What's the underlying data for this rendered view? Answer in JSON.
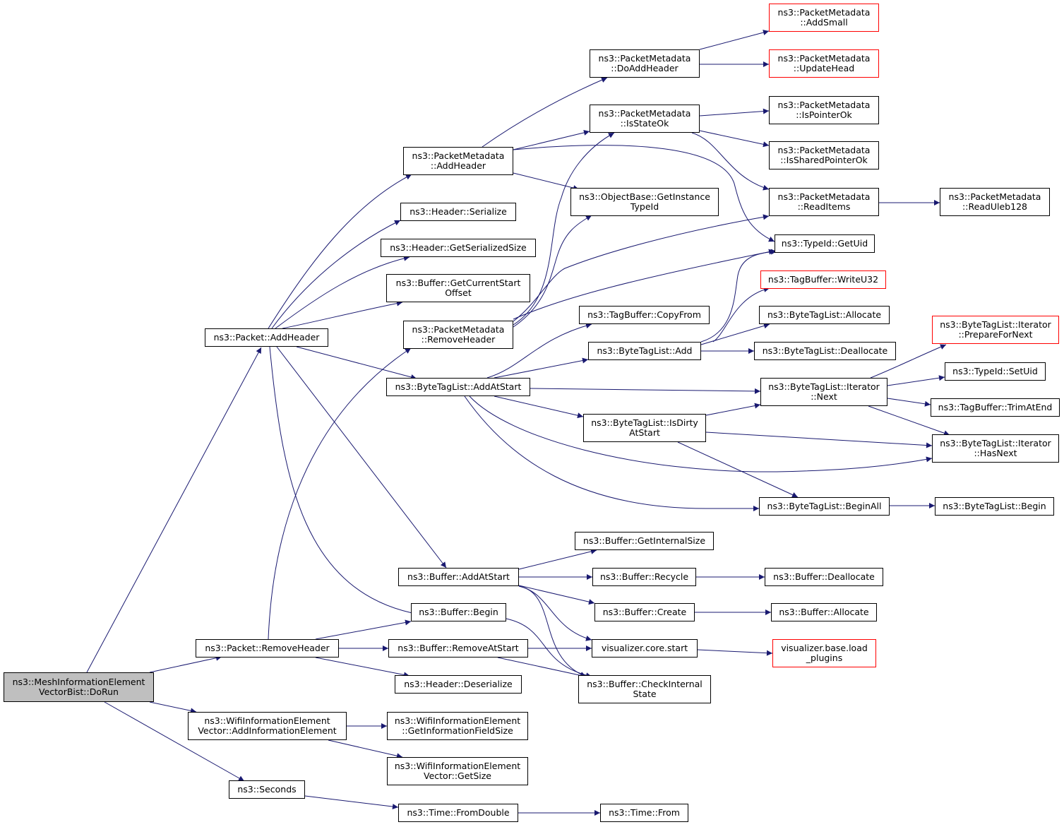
{
  "colors": {
    "edge": "#191970",
    "border": "#000000",
    "incomplete_border": "#ff0000",
    "root_fill": "#bfbfbf"
  },
  "nodes": {
    "root": [
      "ns3::MeshInformationElement",
      "VectorBist::DoRun"
    ],
    "packet_addheader": [
      "ns3::Packet::AddHeader"
    ],
    "packet_removeheader": [
      "ns3::Packet::RemoveHeader"
    ],
    "wifi_addie": [
      "ns3::WifiInformationElement",
      "Vector::AddInformationElement"
    ],
    "seconds": [
      "ns3::Seconds"
    ],
    "pm_addheader": [
      "ns3::PacketMetadata",
      "::AddHeader"
    ],
    "header_serialize": [
      "ns3::Header::Serialize"
    ],
    "header_getserializedsize": [
      "ns3::Header::GetSerializedSize"
    ],
    "buffer_getcurrentstartoffset": [
      "ns3::Buffer::GetCurrentStart",
      "Offset"
    ],
    "pm_removeheader": [
      "ns3::PacketMetadata",
      "::RemoveHeader"
    ],
    "btl_addatstart": [
      "ns3::ByteTagList::AddAtStart"
    ],
    "buffer_addatstart": [
      "ns3::Buffer::AddAtStart"
    ],
    "buffer_begin": [
      "ns3::Buffer::Begin"
    ],
    "buffer_removeatstart": [
      "ns3::Buffer::RemoveAtStart"
    ],
    "header_deserialize": [
      "ns3::Header::Deserialize"
    ],
    "wifi_getinfofieldsize": [
      "ns3::WifiInformationElement",
      "::GetInformationFieldSize"
    ],
    "wifi_getsize": [
      "ns3::WifiInformationElement",
      "Vector::GetSize"
    ],
    "time_fromdouble": [
      "ns3::Time::FromDouble"
    ],
    "pm_doaddheader": [
      "ns3::PacketMetadata",
      "::DoAddHeader"
    ],
    "pm_isstateok": [
      "ns3::PacketMetadata",
      "::IsStateOk"
    ],
    "objectbase_getinstancetypeid": [
      "ns3::ObjectBase::GetInstance",
      "TypeId"
    ],
    "tagbuffer_copyfrom": [
      "ns3::TagBuffer::CopyFrom"
    ],
    "btl_add": [
      "ns3::ByteTagList::Add"
    ],
    "btl_isdirtyatstart": [
      "ns3::ByteTagList::IsDirty",
      "AtStart"
    ],
    "buffer_getinternalsize": [
      "ns3::Buffer::GetInternalSize"
    ],
    "buffer_recycle": [
      "ns3::Buffer::Recycle"
    ],
    "buffer_create": [
      "ns3::Buffer::Create"
    ],
    "visualizer_core_start": [
      "visualizer.core.start"
    ],
    "buffer_checkinternalstate": [
      "ns3::Buffer::CheckInternal",
      "State"
    ],
    "time_from": [
      "ns3::Time::From"
    ],
    "pm_addsmall": [
      "ns3::PacketMetadata",
      "::AddSmall"
    ],
    "pm_updatehead": [
      "ns3::PacketMetadata",
      "::UpdateHead"
    ],
    "pm_ispointerok": [
      "ns3::PacketMetadata",
      "::IsPointerOk"
    ],
    "pm_issharedpointerok": [
      "ns3::PacketMetadata",
      "::IsSharedPointerOk"
    ],
    "pm_readitems": [
      "ns3::PacketMetadata",
      "::ReadItems"
    ],
    "typeid_getuid": [
      "ns3::TypeId::GetUid"
    ],
    "tagbuffer_writeu32": [
      "ns3::TagBuffer::WriteU32"
    ],
    "btl_allocate": [
      "ns3::ByteTagList::Allocate"
    ],
    "btl_deallocate": [
      "ns3::ByteTagList::Deallocate"
    ],
    "btl_iterator_next": [
      "ns3::ByteTagList::Iterator",
      "::Next"
    ],
    "btl_beginall": [
      "ns3::ByteTagList::BeginAll"
    ],
    "buffer_deallocate": [
      "ns3::Buffer::Deallocate"
    ],
    "buffer_allocate": [
      "ns3::Buffer::Allocate"
    ],
    "visualizer_base_loadplugins": [
      "visualizer.base.load",
      "_plugins"
    ],
    "pm_readuleb128": [
      "ns3::PacketMetadata",
      "::ReadUleb128"
    ],
    "btl_iterator_preparefornext": [
      "ns3::ByteTagList::Iterator",
      "::PrepareForNext"
    ],
    "typeid_setuid": [
      "ns3::TypeId::SetUid"
    ],
    "tagbuffer_trimatend": [
      "ns3::TagBuffer::TrimAtEnd"
    ],
    "btl_iterator_hasnext": [
      "ns3::ByteTagList::Iterator",
      "::HasNext"
    ],
    "btl_begin": [
      "ns3::ByteTagList::Begin"
    ]
  }
}
